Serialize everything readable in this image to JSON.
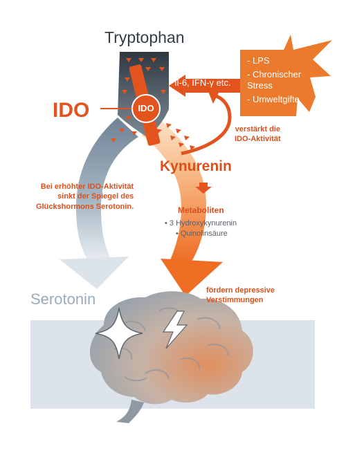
{
  "title": "Tryptophan",
  "ido": {
    "label": "IDO",
    "enzyme_label": "IDO"
  },
  "cytokines": "Il-6, IFN-γ etc.",
  "triggers": [
    "- LPS",
    "- Chronischer Stress",
    "- Umweltgifte"
  ],
  "enhance_note": [
    "verstärkt die",
    "IDO-Aktivität"
  ],
  "kynurenine": "Kynurenin",
  "serotonin_note": [
    "Bei erhöhter IDO-Aktivität",
    "sinkt der Spiegel des",
    "Glückshormons Serotonin."
  ],
  "metabolites": {
    "heading": "Metaboliten",
    "items": [
      "• 3 Hydroxykynurenin",
      "• Quinolinsäure"
    ]
  },
  "depression_note": [
    "fördern depressive",
    "Verstimmungen"
  ],
  "serotonin": "Serotonin",
  "colors": {
    "orange": "#e2531e",
    "light_orange": "#f6b47e",
    "dark_gray": "#444b53",
    "blue_gray": "#7e91a5",
    "panel": "#dde3ea"
  },
  "icons": [
    "sparkle-icon",
    "lightning-icon",
    "brain-icon",
    "starburst-icon"
  ]
}
